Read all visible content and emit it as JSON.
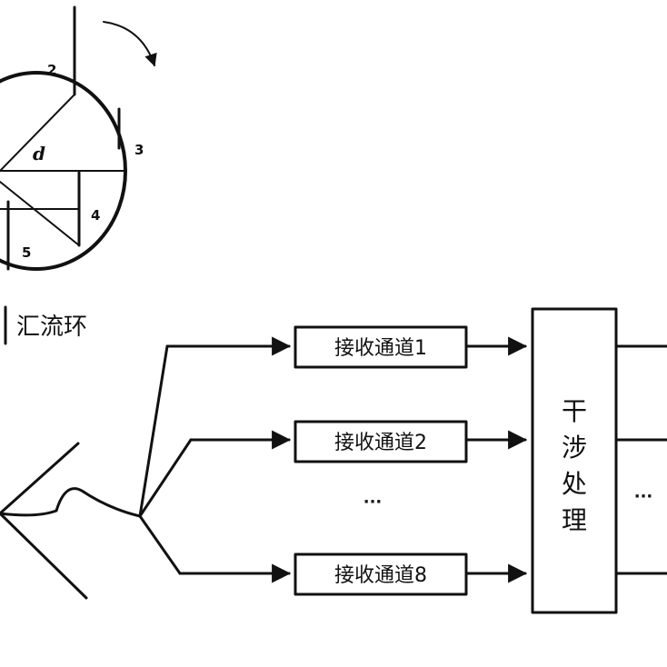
{
  "antenna": {
    "labels": [
      "2",
      "3",
      "4",
      "5"
    ],
    "diameter_label": "d"
  },
  "legend": {
    "label": "汇流环"
  },
  "channels": [
    {
      "label": "接收通道1"
    },
    {
      "label": "接收通道2"
    },
    {
      "label": "接收通道8"
    }
  ],
  "ellipsis_channels": "···",
  "processor": {
    "label": "干涉处理"
  },
  "ellipsis_outputs": "···"
}
